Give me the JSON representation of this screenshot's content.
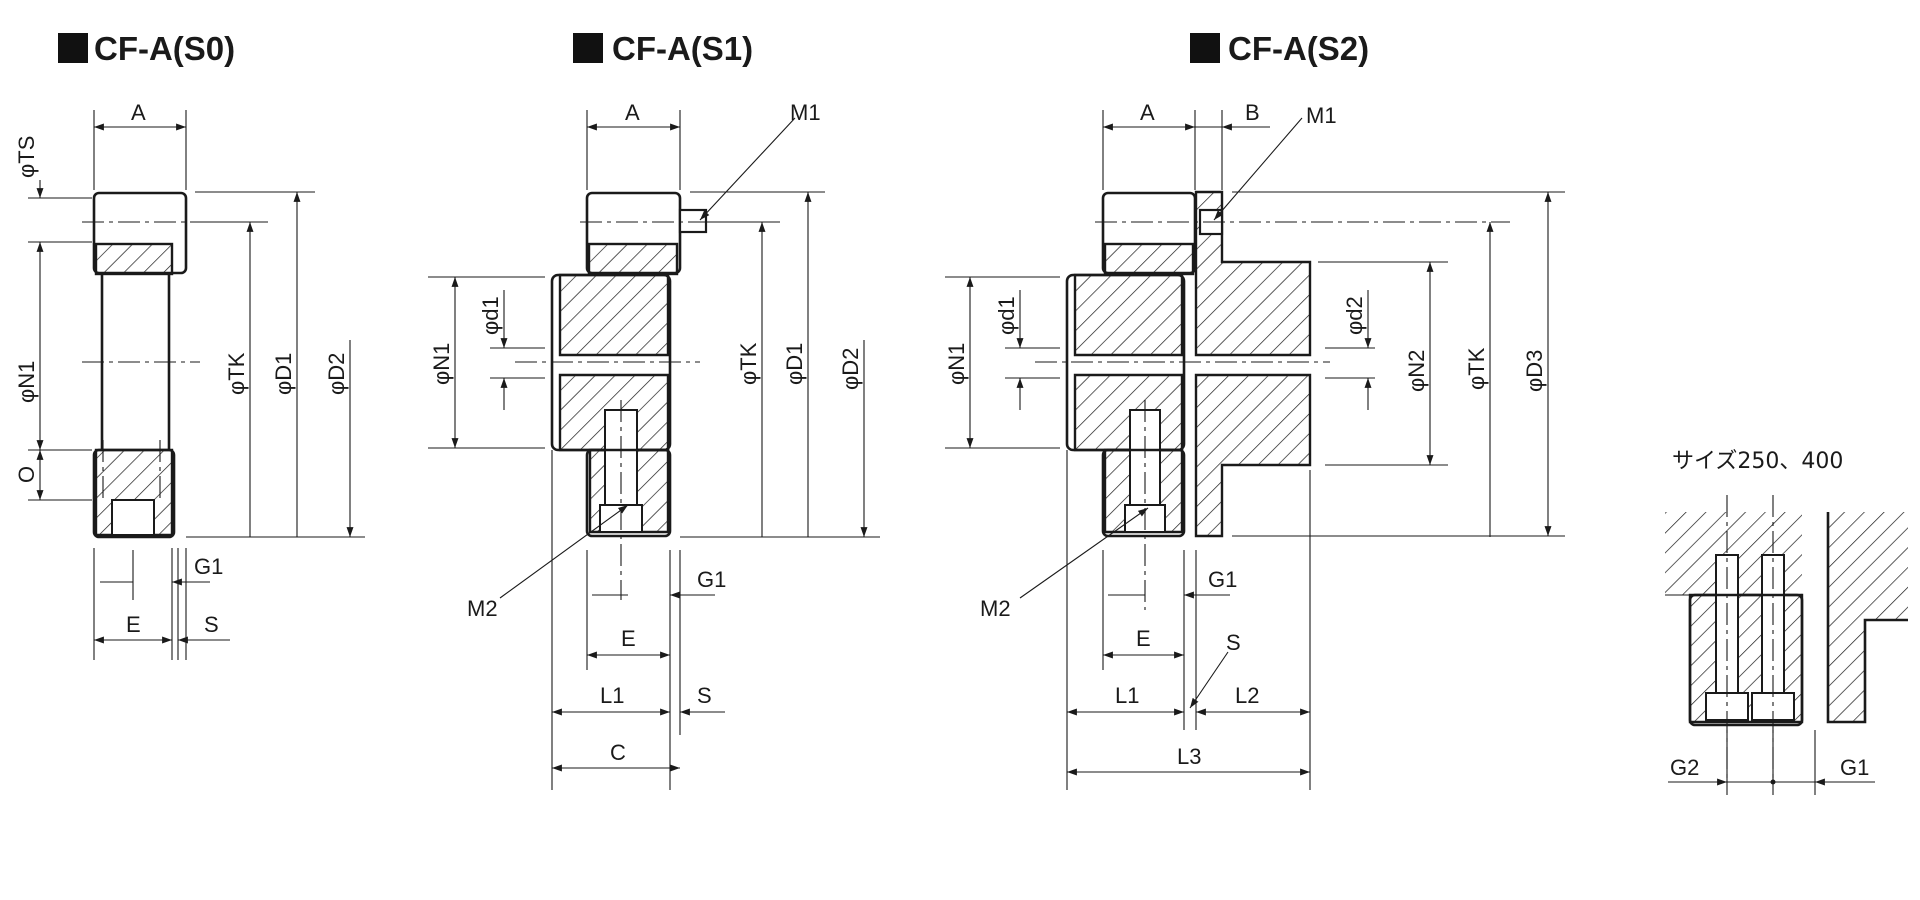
{
  "sections": {
    "s0": {
      "title": "CF-A(S0)"
    },
    "s1": {
      "title": "CF-A(S1)"
    },
    "s2": {
      "title": "CF-A(S2)"
    },
    "detail": {
      "title": "サイズ250、400"
    }
  },
  "labels": {
    "A": "A",
    "B": "B",
    "C": "C",
    "E": "E",
    "S": "S",
    "O": "O",
    "G1": "G1",
    "G2": "G2",
    "L1": "L1",
    "L2": "L2",
    "L3": "L3",
    "M1": "M1",
    "M2": "M2",
    "TS": "φTS",
    "N1": "φN1",
    "N2": "φN2",
    "TK": "φTK",
    "D1": "φD1",
    "D2": "φD2",
    "D3": "φD3",
    "d1": "φd1",
    "d2": "φd2"
  }
}
